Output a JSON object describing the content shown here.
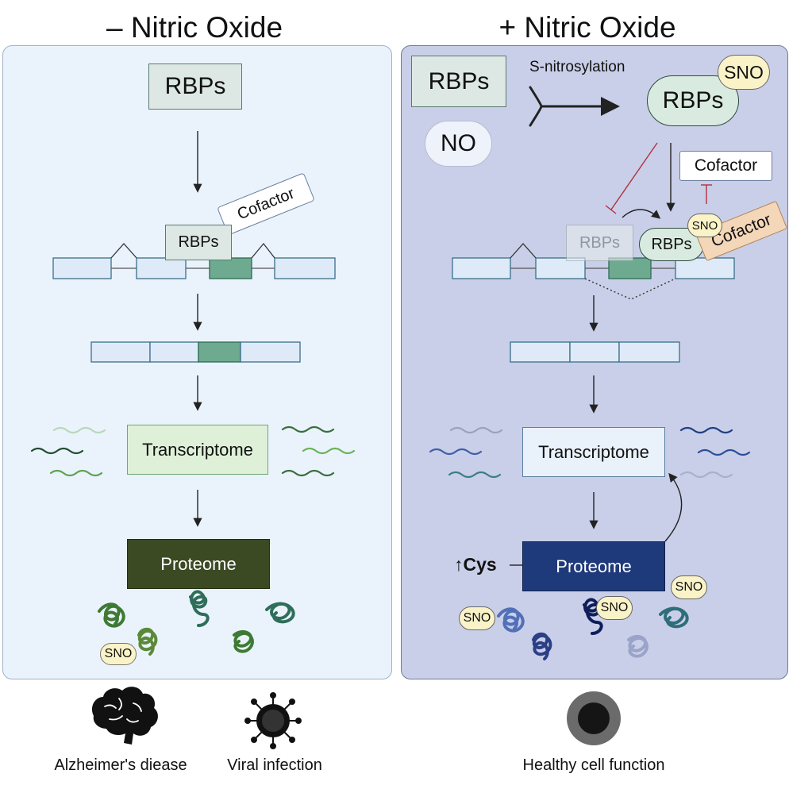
{
  "titles": {
    "left": "– Nitric Oxide",
    "right": "+ Nitric Oxide"
  },
  "left": {
    "rbps_top": "RBPs",
    "cofactor": "Cofactor",
    "rbps_splice": "RBPs",
    "transcriptome": "Transcriptome",
    "proteome": "Proteome",
    "sno": "SNO"
  },
  "right": {
    "rbps": "RBPs",
    "no": "NO",
    "s_nitrosylation": "S-nitrosylation",
    "rbps_sno": "RBPs",
    "sno_top": "SNO",
    "cofactor_box": "Cofactor",
    "rbps_faded": "RBPs",
    "rbps_bound": "RBPs",
    "sno_cofactor": "SNO",
    "cofactor_tilted": "Cofactor",
    "transcriptome": "Transcriptome",
    "proteome": "Proteome",
    "cys": "↑Cys",
    "sno_left": "SNO",
    "sno_mid": "SNO",
    "sno_right": "SNO"
  },
  "bottom": {
    "alzheimers": "Alzheimer's diease",
    "viral": "Viral infection",
    "healthy": "Healthy cell function"
  },
  "icons": [
    "brain-icon",
    "virus-icon",
    "cell-icon",
    "protein-coil-icon",
    "rna-strand-icon"
  ],
  "colors": {
    "left_panel": "#eaf3fc",
    "right_panel": "#c9cfe8",
    "green_exon": "#6eaa8f",
    "proteome_left": "#3b4a23",
    "proteome_right": "#1f3a7a",
    "inhibit": "#b0303f",
    "sno_fill": "#fbf3c8",
    "cofactor_tilted": "#f4d7b8"
  }
}
